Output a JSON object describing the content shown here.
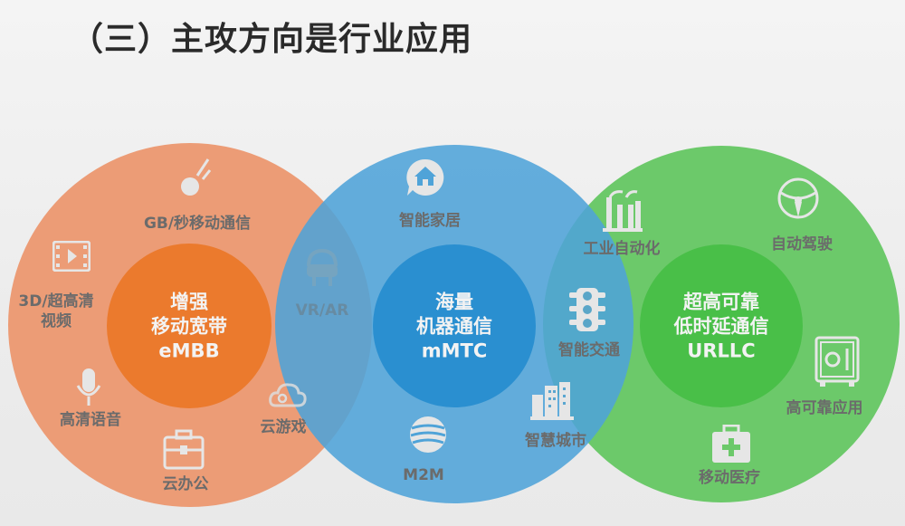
{
  "title": "（三）主攻方向是行业应用",
  "colors": {
    "embb_outer": "#ec9c76",
    "embb_inner": "#eb7a2d",
    "mmtc_outer": "#4fa3d8",
    "mmtc_inner": "#2a8fd0",
    "urllc_outer": "#6cc96a",
    "urllc_inner": "#49bf48",
    "label_text": "#6b6b6b",
    "icon_fill": "#e6e6e6"
  },
  "circles": {
    "embb": {
      "line1": "增强",
      "line2": "移动宽带",
      "line3": "eMBB"
    },
    "mmtc": {
      "line1": "海量",
      "line2": "机器通信",
      "line3": "mMTC"
    },
    "urllc": {
      "line1": "超高可靠",
      "line2": "低时延通信",
      "line3": "URLLC"
    }
  },
  "applications": {
    "gb_mobile": {
      "label": "GB/秒移动通信",
      "icon": "meteor-icon"
    },
    "uhd_video": {
      "label1": "3D/超高清",
      "label2": "视频",
      "icon": "video-film-icon"
    },
    "hd_voice": {
      "label": "高清语音",
      "icon": "microphone-icon"
    },
    "cloud_office": {
      "label": "云办公",
      "icon": "briefcase-icon"
    },
    "cloud_gaming": {
      "label": "云游戏",
      "icon": "cloud-icon"
    },
    "vr_ar": {
      "label": "VR/AR",
      "icon": "vr-headset-icon"
    },
    "smart_home": {
      "label": "智能家居",
      "icon": "home-icon"
    },
    "m2m": {
      "label": "M2M",
      "icon": "globe-icon"
    },
    "smart_traffic": {
      "label": "智能交通",
      "icon": "traffic-light-icon"
    },
    "smart_city": {
      "label": "智慧城市",
      "icon": "buildings-icon"
    },
    "industrial_automation": {
      "label": "工业自动化",
      "icon": "factory-icon"
    },
    "autonomous_driving": {
      "label": "自动驾驶",
      "icon": "steering-wheel-icon"
    },
    "reliable_apps": {
      "label": "高可靠应用",
      "icon": "safe-icon"
    },
    "mobile_health": {
      "label": "移动医疗",
      "icon": "medical-kit-icon"
    }
  }
}
